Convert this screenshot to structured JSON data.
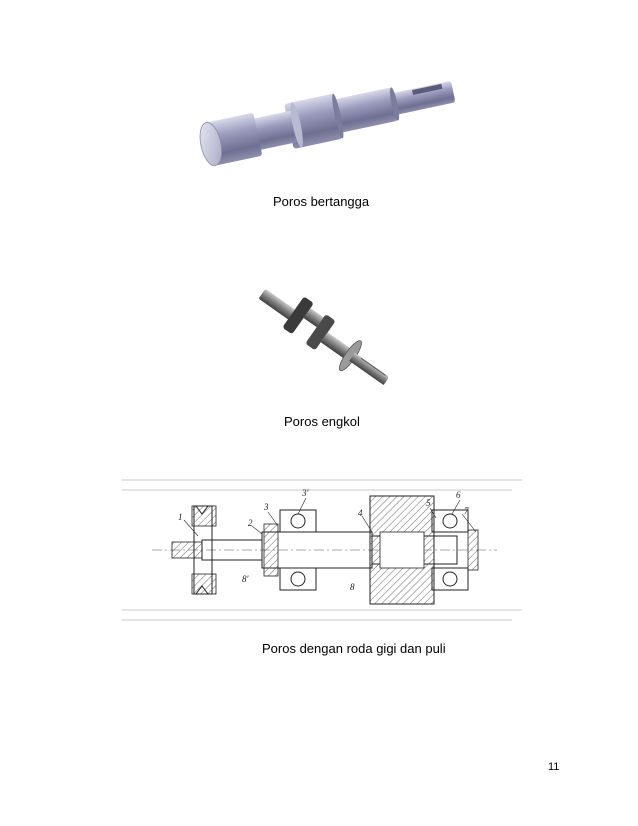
{
  "figures": [
    {
      "caption": "Poros bertangga",
      "icon": "stepped-shaft-illustration"
    },
    {
      "caption": "Poros engkol",
      "icon": "crankshaft-illustration"
    },
    {
      "caption": "Poros dengan roda gigi dan puli",
      "icon": "shaft-gear-pulley-drawing"
    }
  ],
  "drawing_labels": [
    "1",
    "2",
    "3",
    "3'",
    "4",
    "5",
    "6",
    "7",
    "8",
    "8'"
  ],
  "page_number": "11"
}
